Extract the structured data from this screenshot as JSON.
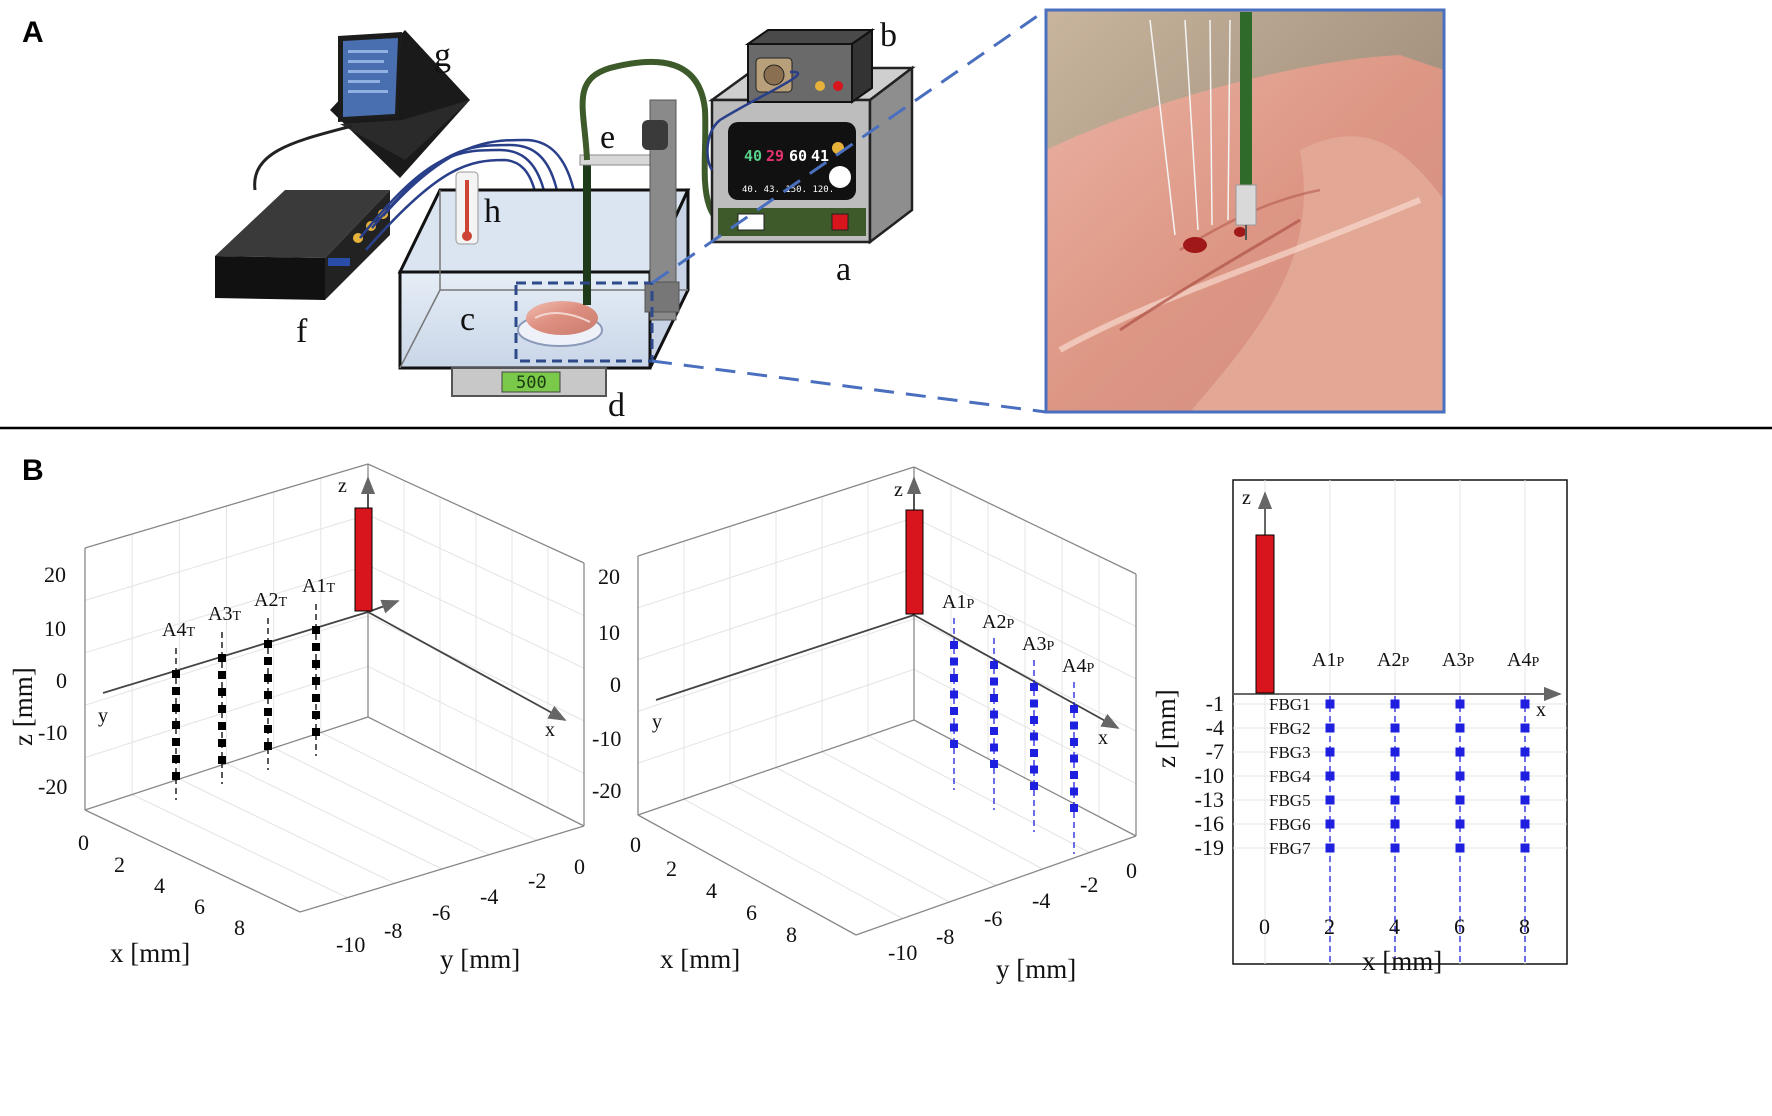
{
  "panels": {
    "a": "A",
    "b": "B"
  },
  "setup_labels": {
    "a": "a",
    "b": "b",
    "c": "c",
    "d": "d",
    "e": "e",
    "f": "f",
    "g": "g",
    "h": "h"
  },
  "monitor": {
    "v1": "40",
    "v2": "29",
    "v3": "60",
    "v4": "41",
    "row2": "40.  43.  150. 120."
  },
  "scale_readout": "500",
  "colors": {
    "ablation_applicator": "#d8141c",
    "sensor_blue": "#1f1fe0",
    "sensor_black": "#000000",
    "photo_border": "#4a6fbe",
    "dashed_link": "#4a6fbe",
    "tissue": "#e0958a"
  },
  "plot1": {
    "z_ticks": [
      "20",
      "10",
      "0",
      "-10",
      "-20"
    ],
    "x_ticks": [
      "0",
      "2",
      "4",
      "6",
      "8"
    ],
    "y_ticks": [
      "-10",
      "-8",
      "-6",
      "-4",
      "-2",
      "0"
    ],
    "z_label": "z [mm]",
    "x_label": "x [mm]",
    "y_label": "y [mm]",
    "axis_x": "x",
    "axis_y": "y",
    "axis_z": "z",
    "arrays": [
      {
        "main": "A4",
        "sub": "T"
      },
      {
        "main": "A3",
        "sub": "T"
      },
      {
        "main": "A2",
        "sub": "T"
      },
      {
        "main": "A1",
        "sub": "T"
      }
    ]
  },
  "plot2": {
    "z_ticks": [
      "20",
      "10",
      "0",
      "-10",
      "-20"
    ],
    "x_ticks": [
      "0",
      "2",
      "4",
      "6",
      "8"
    ],
    "y_ticks": [
      "-10",
      "-8",
      "-6",
      "-4",
      "-2",
      "0"
    ],
    "x_label": "x [mm]",
    "y_label": "y [mm]",
    "axis_x": "x",
    "axis_y": "y",
    "axis_z": "z",
    "arrays": [
      {
        "main": "A1",
        "sub": "P"
      },
      {
        "main": "A2",
        "sub": "P"
      },
      {
        "main": "A3",
        "sub": "P"
      },
      {
        "main": "A4",
        "sub": "P"
      }
    ]
  },
  "chart_data": {
    "type": "scatter",
    "axis_z": "z",
    "axis_x": "x",
    "xlabel": "x [mm]",
    "ylabel": "z [mm]",
    "x_ticks": [
      "0",
      "2",
      "4",
      "6",
      "8"
    ],
    "z_ticks": [
      "-1",
      "-4",
      "-7",
      "-10",
      "-13",
      "-16",
      "-19"
    ],
    "arrays": [
      {
        "main": "A1",
        "sub": "P",
        "x": 2
      },
      {
        "main": "A2",
        "sub": "P",
        "x": 4
      },
      {
        "main": "A3",
        "sub": "P",
        "x": 6
      },
      {
        "main": "A4",
        "sub": "P",
        "x": 8
      }
    ],
    "sensors": [
      {
        "name": "FBG1",
        "z": -1
      },
      {
        "name": "FBG2",
        "z": -4
      },
      {
        "name": "FBG3",
        "z": -7
      },
      {
        "name": "FBG4",
        "z": -10
      },
      {
        "name": "FBG5",
        "z": -13
      },
      {
        "name": "FBG6",
        "z": -16
      },
      {
        "name": "FBG7",
        "z": -19
      }
    ]
  }
}
